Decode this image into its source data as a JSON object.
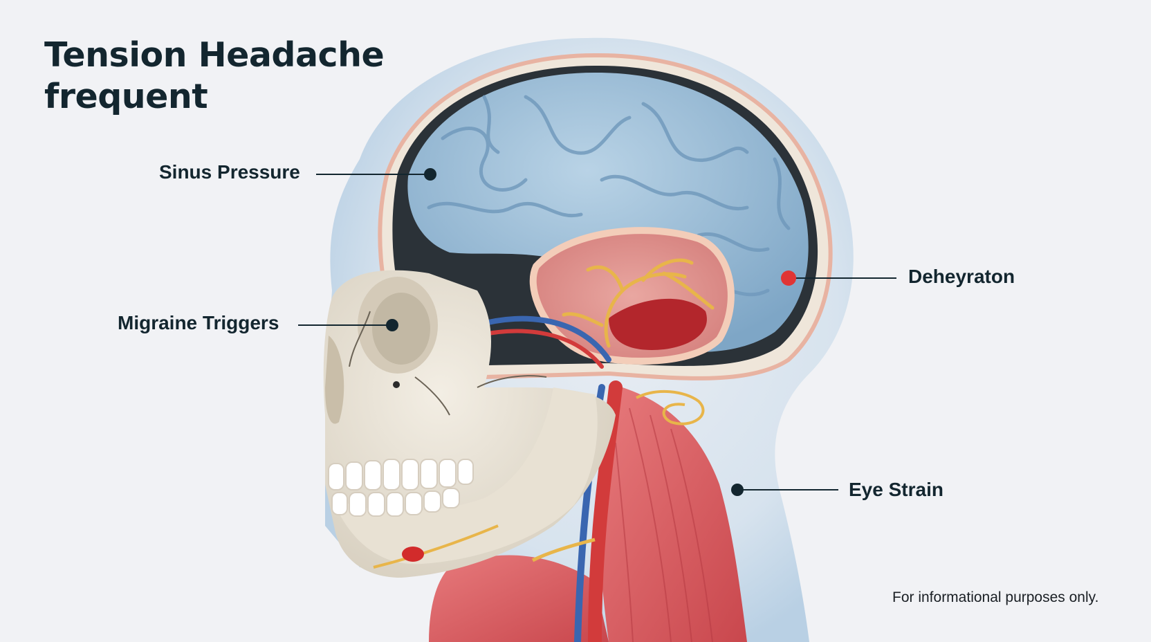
{
  "title": {
    "line1": "Tension Headache",
    "line2": "frequent"
  },
  "callouts": {
    "sinus": "Sinus Pressure",
    "migraine": "Migraine Triggers",
    "dehydration": "Deheyraton",
    "eye": "Eye Strain"
  },
  "footnote": "For informational purposes only.",
  "colors": {
    "background": "#f1f2f5",
    "text": "#13262f",
    "brain": "#9ec1d9",
    "bone": "#ece6d9",
    "artery": "#d23b3b",
    "vein": "#3a66b0",
    "nerve": "#e8b54a",
    "muscle": "#d9555a",
    "marker_dark": "#13262f",
    "marker_red": "#e03434"
  }
}
